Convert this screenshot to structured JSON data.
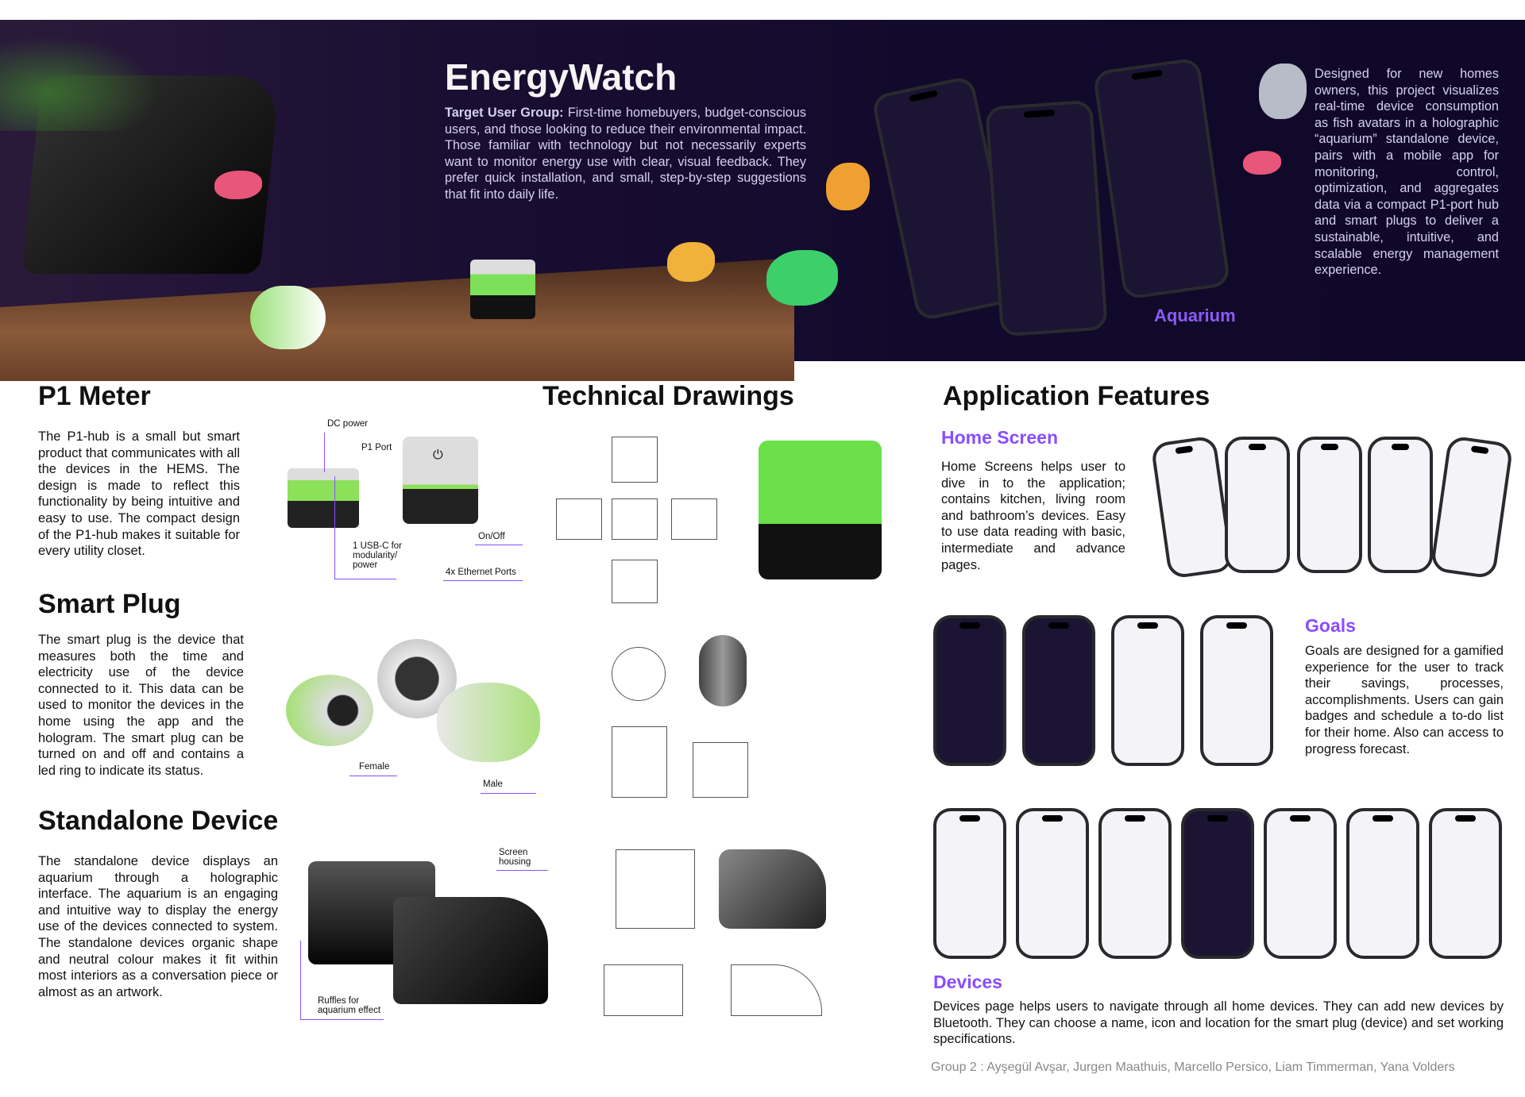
{
  "banner": {
    "title": "EnergyWatch",
    "target_label": "Target User Group:",
    "target_text": "First-time homebuyers, budget-conscious users, and those looking to reduce their environmental impact. Those familiar with technology but not necessarily experts want to monitor energy use with clear, visual feedback. They prefer quick installation, and small, step-by-step suggestions that fit into daily life.",
    "aquarium_label": "Aquarium",
    "description": "Designed for new homes owners, this project visualizes real-time device consumption as fish avatars in a holographic “aquarium” standalone device, pairs with a mobile app for monitoring, control, optimization, and aggregates data via a compact P1-port hub and smart plugs to deliver a sustainable, intuitive, and scalable energy management experience."
  },
  "p1": {
    "title": "P1 Meter",
    "text": "The P1-hub is a small but smart product that communicates with all the devices in the HEMS. The design is made to reflect this functionality by being intuitive and easy to use. The compact design of the P1-hub makes it suitable for every utility closet.",
    "labels": {
      "dc": "DC power",
      "p1port": "P1 Port",
      "usbc": "1 USB-C for modularity/ power",
      "onoff": "On/Off",
      "ethernet": "4x Ethernet Ports"
    }
  },
  "plug": {
    "title": "Smart Plug",
    "text": "The smart plug is the device that measures both the time and electricity use of the device connected to it. This data can be used to monitor the devices in the home using the app and the hologram. The smart plug can be turned on and off and contains a led ring to indicate its status.",
    "labels": {
      "female": "Female",
      "male": "Male"
    }
  },
  "standalone": {
    "title": "Standalone Device",
    "text": "The standalone device displays an aquarium through a holographic interface. The aquarium is an engaging and intuitive way to display the energy use of the devices connected to system. The standalone devices organic shape and neutral colour makes it fit within most interiors as a conversation piece or almost as an artwork.",
    "labels": {
      "screen": "Screen housing",
      "ruffles": "Ruffles for aquarium effect"
    }
  },
  "drawings": {
    "title": "Technical Drawings"
  },
  "app": {
    "title": "Application Features",
    "home": {
      "title": "Home Screen",
      "text": "Home Screens helps user to dive in to the application; contains kitchen, living room and bathroom’s devices. Easy to use data reading with basic, intermediate and advance pages."
    },
    "goals": {
      "title": "Goals",
      "text": "Goals are designed for a gamified experience for the user to track their savings, processes, accomplishments. Users can gain badges and schedule a to-do list for their home. Also can access to progress forecast."
    },
    "devices": {
      "title": "Devices",
      "text": "Devices page helps users to navigate through all home devices. They can add new devices by Bluetooth. They can choose a name, icon and location for the smart plug (device) and set working specifications."
    }
  },
  "footer": "Group 2 : Ayşegül Avşar, Jurgen Maathuis, Marcello Persico, Liam Timmerman, Yana Volders",
  "colors": {
    "accent": "#8a4dff",
    "banner": "#140c2e",
    "green": "#5fdc4a"
  }
}
